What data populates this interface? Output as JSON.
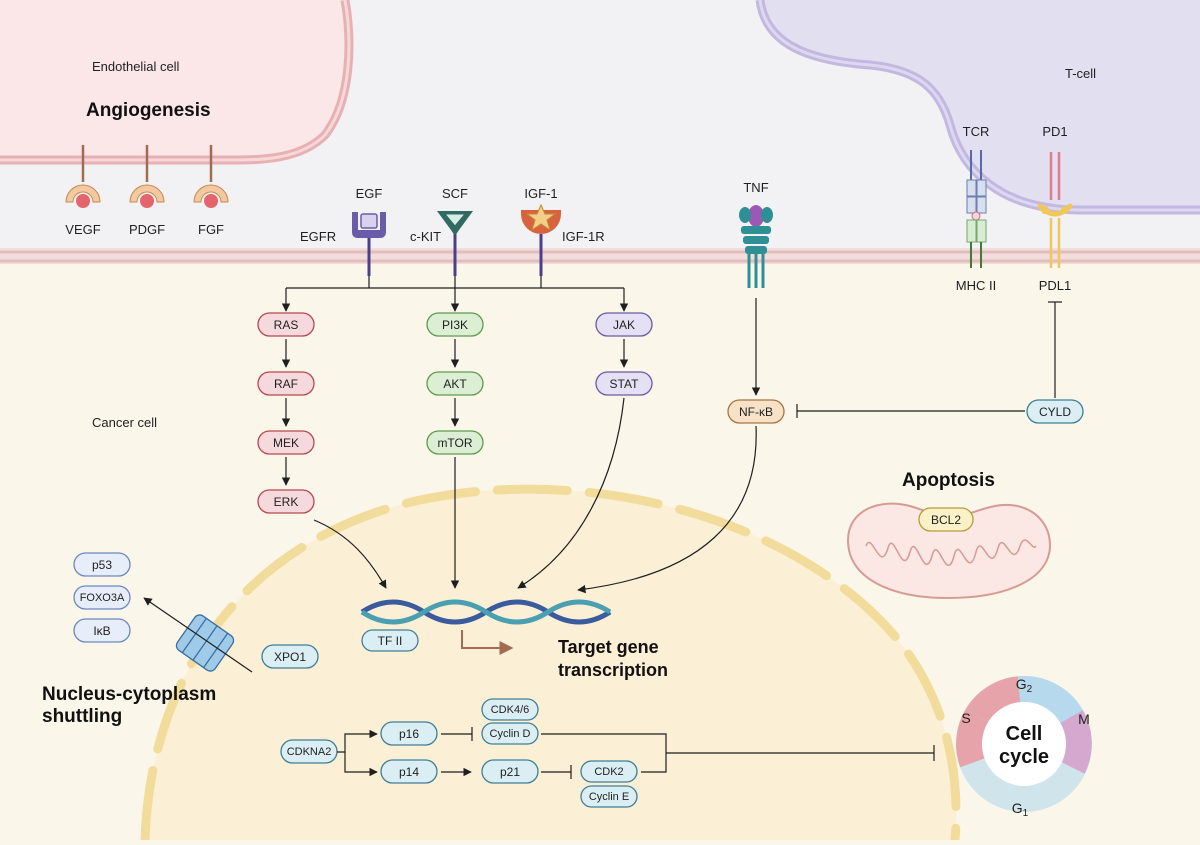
{
  "labels": {
    "endothelial_cell": "Endothelial cell",
    "angiogenesis": "Angiogenesis",
    "t_cell": "T-cell",
    "cancer_cell": "Cancer cell",
    "apoptosis": "Apoptosis",
    "target_gene_line1": "Target gene",
    "target_gene_line2": "transcription",
    "shuttling_line1": "Nucleus-cytoplasm",
    "shuttling_line2": "shuttling",
    "cell_cycle_line1": "Cell",
    "cell_cycle_line2": "cycle"
  },
  "endothelial_receptors": [
    {
      "label": "VEGF"
    },
    {
      "label": "PDGF"
    },
    {
      "label": "FGF"
    }
  ],
  "cancer_receptors": {
    "egf": {
      "ligand": "EGF",
      "receptor": "EGFR"
    },
    "scf": {
      "ligand": "SCF",
      "receptor": "c-KIT"
    },
    "igf": {
      "ligand": "IGF-1",
      "receptor": "IGF-1R"
    },
    "tnf": {
      "ligand": "TNF"
    }
  },
  "immune": {
    "tcr": "TCR",
    "mhc": "MHC II",
    "pd1": "PD1",
    "pdl1": "PDL1"
  },
  "pathway_mapk": [
    "RAS",
    "RAF",
    "MEK",
    "ERK"
  ],
  "pathway_pi3k": [
    "PI3K",
    "AKT",
    "mTOR"
  ],
  "pathway_jak": [
    "JAK",
    "STAT"
  ],
  "nodes": {
    "nfkb": "NF-κB",
    "cyld": "CYLD",
    "bcl2": "BCL2",
    "tf2": "TF II",
    "xpo1": "XPO1",
    "cdkn2a": "CDKNA2",
    "p16": "p16",
    "p14": "p14",
    "p21": "p21",
    "cdk46": "CDK4/6",
    "cyclin_d": "Cyclin D",
    "cdk2": "CDK2",
    "cyclin_e": "Cyclin E"
  },
  "shuttle_cargo": [
    "p53",
    "FOXO3A",
    "IκB"
  ],
  "cell_cycle_phases": {
    "g2": "G",
    "g2_sub": "2",
    "m": "M",
    "g1": "G",
    "g1_sub": "1",
    "s": "S"
  },
  "colors": {
    "mapk": "#f6d9dc",
    "mapk_border": "#b8474f",
    "pi3k": "#dcefd5",
    "pi3k_border": "#5e9a4e",
    "jak": "#e6e0f4",
    "jak_border": "#6b5aa5",
    "blue_pill": "#dbeef4",
    "blue_border": "#3f7f96",
    "nfkb": "#f7e2c8",
    "nfkb_border": "#a8743c"
  }
}
